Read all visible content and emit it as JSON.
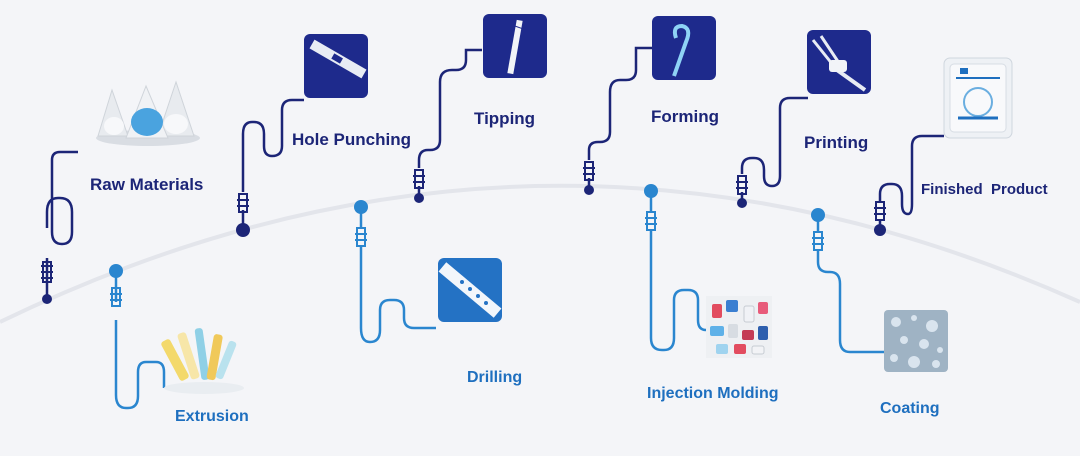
{
  "steps": [
    {
      "id": "raw-materials",
      "label": "Raw Materials",
      "row": "top"
    },
    {
      "id": "extrusion",
      "label": "Extrusion",
      "row": "bottom"
    },
    {
      "id": "hole-punching",
      "label": "Hole Punching",
      "row": "top"
    },
    {
      "id": "drilling",
      "label": "Drilling",
      "row": "bottom"
    },
    {
      "id": "tipping",
      "label": "Tipping",
      "row": "top"
    },
    {
      "id": "forming",
      "label": "Forming",
      "row": "top"
    },
    {
      "id": "injection-molding",
      "label": "Injection Molding",
      "row": "bottom"
    },
    {
      "id": "printing",
      "label": "Printing",
      "row": "top"
    },
    {
      "id": "coating",
      "label": "Coating",
      "row": "bottom"
    },
    {
      "id": "finished-product",
      "label": "Finished  Product",
      "row": "top"
    }
  ],
  "colors": {
    "background": "#f4f5f8",
    "arc": "#e4e6ec",
    "dark_line": "#1c2577",
    "light_line": "#2a86cf",
    "tile_navy": "#1e2a8c",
    "tile_blue": "#2472c4"
  }
}
